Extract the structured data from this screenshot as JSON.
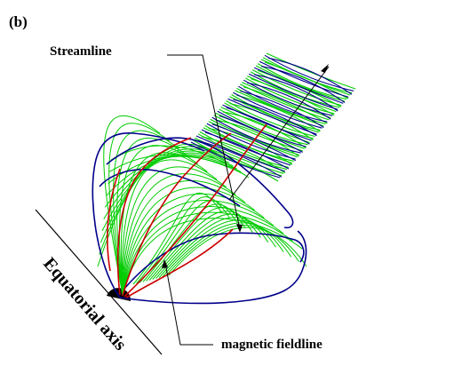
{
  "panel_label": "(b)",
  "labels": {
    "streamline": "Streamline",
    "magnetic_fieldline": "magnetic fieldline",
    "equatorial_axis": "Equatorial axis"
  },
  "colors": {
    "background": "#ffffff",
    "fieldline_green": "#00cc00",
    "surface_blue": "#00008b",
    "streamline_red": "#cc0000",
    "body_black": "#000000"
  }
}
